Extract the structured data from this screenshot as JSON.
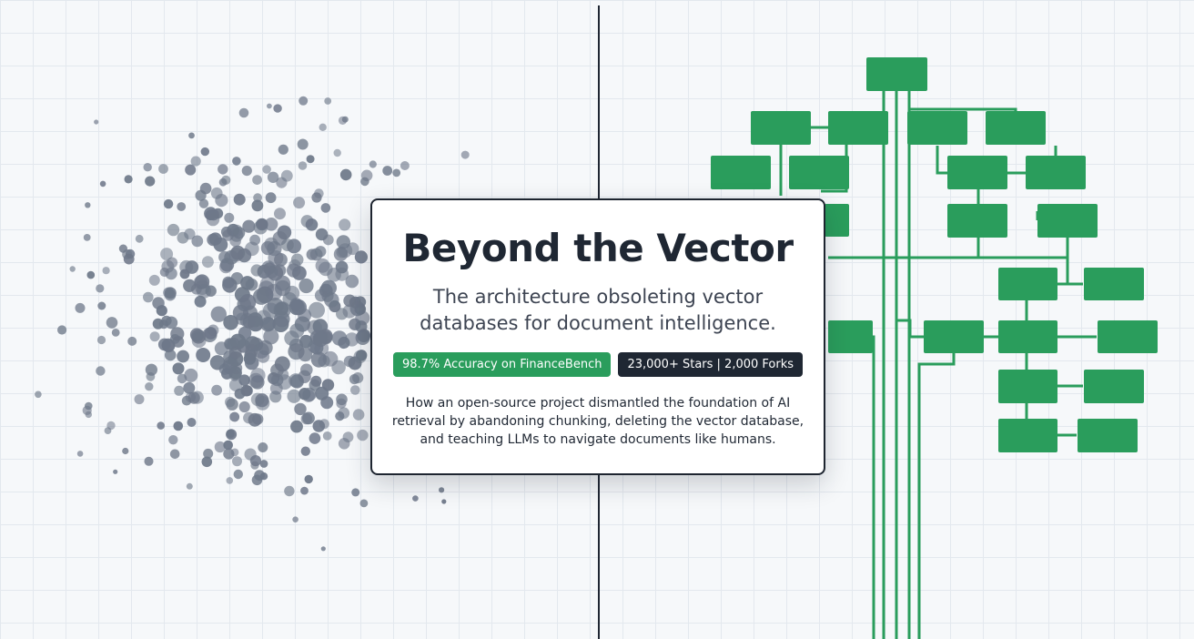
{
  "hero": {
    "title": "Beyond the Vector",
    "subtitle": "The architecture obsoleting vector databases for document intelligence.",
    "badges": [
      {
        "label": "98.7% Accuracy on FinanceBench",
        "color": "#2a9d5c"
      },
      {
        "label": "23,000+ Stars | 2,000 Forks",
        "color": "#1f2733"
      }
    ],
    "description": "How an open-source project dismantled the foundation of AI retrieval by abandoning chunking, deleting the vector database, and teaching LLMs to navigate documents like humans."
  },
  "colors": {
    "background": "#f6f8fa",
    "grid": "#e3e8ee",
    "scatter_dot": "#6e7889",
    "tree_green": "#2a9d5c",
    "divider": "#1f2633"
  },
  "illustration": {
    "left": "scatter-cloud",
    "right": "hierarchical-tree"
  }
}
